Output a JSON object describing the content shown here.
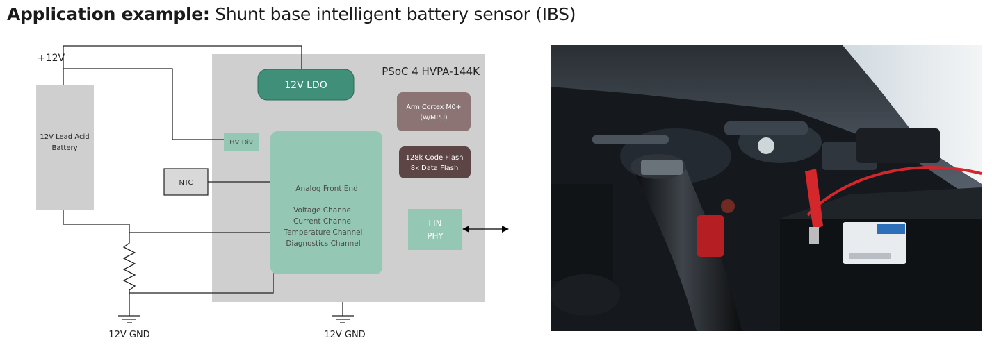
{
  "heading": {
    "label": "Application example:",
    "text": "Shunt base intelligent battery sensor (IBS)"
  },
  "diagram": {
    "supply_label": "+12V",
    "chip_title": "PSoC 4 HVPA-144K",
    "ldo_label": "12V LDO",
    "battery_label": [
      "12V Lead Acid",
      "Battery"
    ],
    "hv_div_label": "HV Div",
    "ntc_label": "NTC",
    "afe_title": "Analog Front End",
    "afe_channels": [
      "Voltage Channel",
      "Current Channel",
      "Temperature Channel",
      "Diagnostics Channel"
    ],
    "cpu_label": [
      "Arm Cortex M0+",
      "(w/MPU)"
    ],
    "flash_label": [
      "128k Code Flash",
      "8k Data Flash"
    ],
    "lin_label": [
      "LIN",
      "PHY"
    ],
    "gnd_left_label": "12V GND",
    "gnd_right_label": "12V GND"
  },
  "colors": {
    "chip_bg": "#cfcfcf",
    "ldo": "#3f8f79",
    "afe": "#94c8b5",
    "cpu": "#8c7474",
    "flash": "#5e4545",
    "battery": "#cfcfcf"
  },
  "photo": {
    "subject": "car engine bay with battery and red jumper cable clamp"
  }
}
